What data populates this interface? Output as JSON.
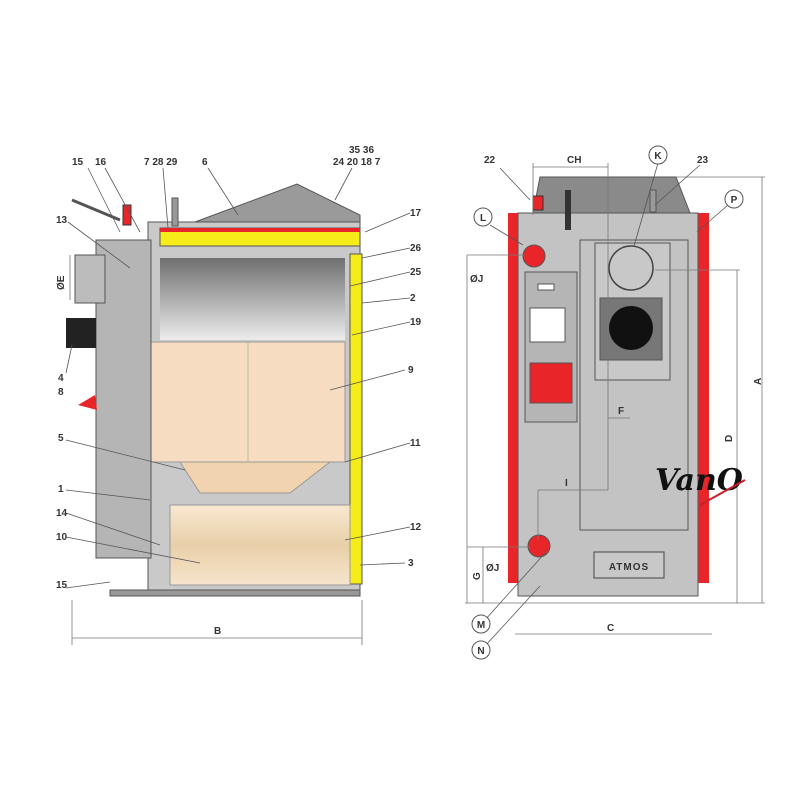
{
  "side_view": {
    "labels": [
      "15",
      "16",
      "7 28 29",
      "6",
      "35 36",
      "24 20 18 7",
      "17",
      "26",
      "25",
      "2",
      "19",
      "9",
      "11",
      "12",
      "3",
      "13",
      "ØE",
      "4",
      "8",
      "5",
      "1",
      "14",
      "10",
      "15",
      "B"
    ]
  },
  "rear_view": {
    "labels": {
      "n22": "22",
      "CH": "CH",
      "K": "K",
      "n23": "23",
      "P": "P",
      "L": "L",
      "OJ_top": "ØJ",
      "A": "A",
      "D": "D",
      "F": "F",
      "I": "I",
      "G": "G",
      "OJ_bottom": "ØJ",
      "M": "M",
      "N": "N",
      "C": "C"
    },
    "brand_plate": "ATMOS"
  },
  "watermark": "VanO",
  "colors": {
    "insulation": "#f5ec1a",
    "red": "#e8262a",
    "steel": "#b9b9b9",
    "firebrick": "#f6dcc0",
    "dark": "#8a8a8a"
  }
}
